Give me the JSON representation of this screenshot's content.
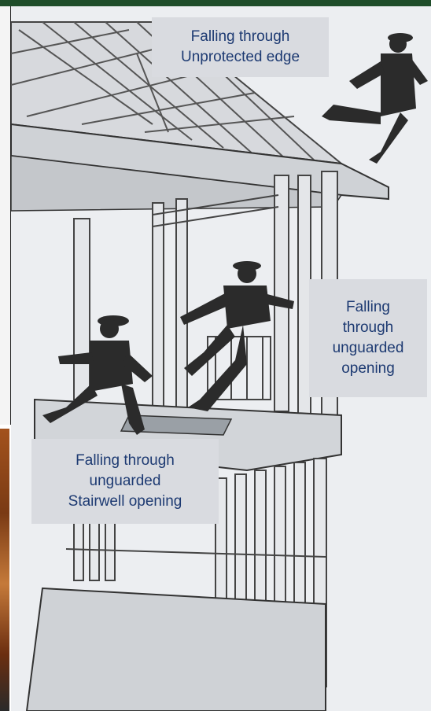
{
  "labels": {
    "unprotected_edge": "Falling through\nUnprotected edge",
    "unguarded_opening": "Falling\nthrough\nunguarded\nopening",
    "stairwell_opening": "Falling through\nunguarded\nStairwell opening"
  },
  "colors": {
    "label_background": "#d9dbe0",
    "label_text": "#1d3a72",
    "frame_accent": "#1f4d2a",
    "figure_silhouette": "#2b2b2b"
  },
  "icons": [
    "worker-falling-from-roof-icon",
    "worker-falling-through-opening-icon",
    "worker-falling-into-stairwell-icon"
  ]
}
